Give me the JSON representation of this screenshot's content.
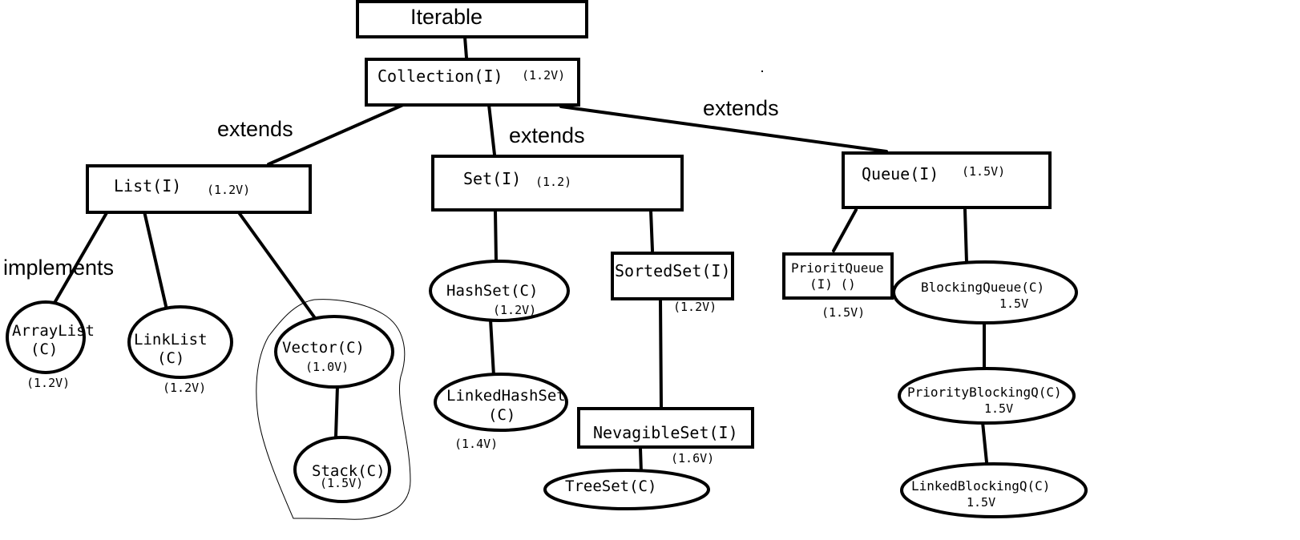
{
  "edge_labels": {
    "extends_list": "extends",
    "extends_set": "extends",
    "extends_queue": "extends",
    "implements": "implements"
  },
  "nodes": {
    "iterable": {
      "name": "Iterable"
    },
    "collection": {
      "name": "Collection(I)",
      "version": "(1.2V)"
    },
    "list": {
      "name": "List(I)",
      "version": "(1.2V)"
    },
    "set": {
      "name": "Set(I)",
      "version": "(1.2)"
    },
    "queue": {
      "name": "Queue(I)",
      "version": "(1.5V)"
    },
    "arraylist": {
      "name": "ArrayList",
      "name2": "(C)",
      "version": "(1.2V)"
    },
    "linklist": {
      "name": "LinkList",
      "name2": "(C)",
      "version": "(1.2V)"
    },
    "vector": {
      "name": "Vector(C)",
      "version": "(1.0V)"
    },
    "stack": {
      "name": "Stack(C)",
      "version": "(1.5V)"
    },
    "hashset": {
      "name": "HashSet(C)",
      "version": "(1.2V)"
    },
    "linkedhashset": {
      "name": "LinkedHashSet",
      "name2": "(C)",
      "version": "(1.4V)"
    },
    "sortedset": {
      "name": "SortedSet(I)",
      "version": "(1.2V)"
    },
    "nevagibleset": {
      "name": "NevagibleSet(I)",
      "version": "(1.6V)"
    },
    "treeset": {
      "name": "TreeSet(C)"
    },
    "prioritqueue": {
      "name": "PrioritQueue",
      "name2": "(I) ()",
      "version": "(1.5V)"
    },
    "blockingqueue": {
      "name": "BlockingQueue(C)",
      "version": "1.5V"
    },
    "priorityblockingq": {
      "name": "PriorityBlockingQ(C)",
      "version": "1.5V"
    },
    "linkedblockingq": {
      "name": "LinkedBlockingQ(C)",
      "version": "1.5V"
    }
  }
}
